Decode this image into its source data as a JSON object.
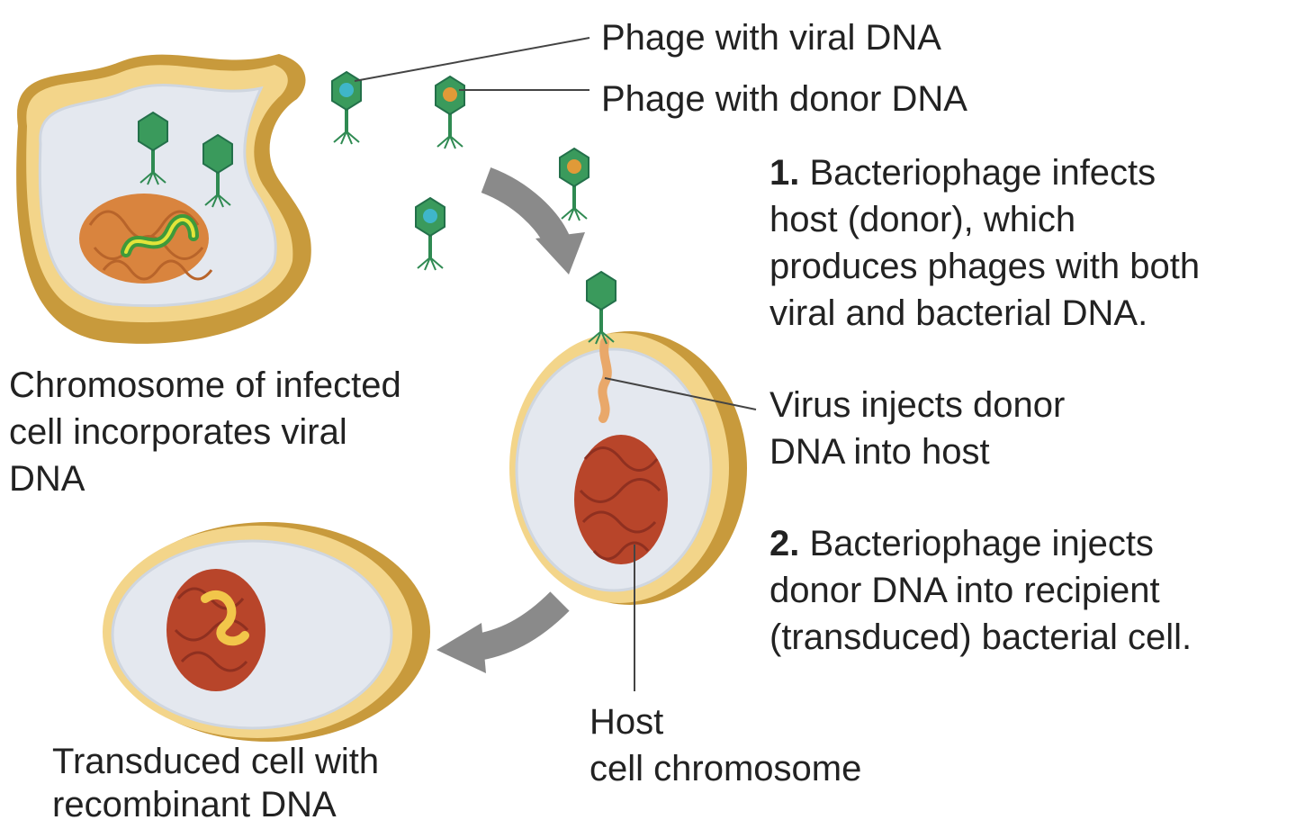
{
  "labels": {
    "phage_viral": "Phage with viral DNA",
    "phage_donor": "Phage with donor DNA",
    "chromosome_infected": [
      "Chromosome of infected",
      "cell incorporates viral",
      "DNA"
    ],
    "virus_injects": [
      "Virus injects donor",
      "DNA into host"
    ],
    "host_chromosome": [
      "Host",
      "cell chromosome"
    ],
    "transduced_cell": [
      "Transduced cell with",
      "recombinant DNA"
    ]
  },
  "steps": [
    {
      "number": "1.",
      "lines": [
        " Bacteriophage infects",
        "host (donor), which",
        "produces phages with both",
        "viral and bacterial DNA."
      ]
    },
    {
      "number": "2.",
      "lines": [
        " Bacteriophage injects",
        "donor DNA into recipient",
        "(transduced) bacterial cell."
      ]
    }
  ],
  "colors": {
    "cell_wall": "#f3d58a",
    "cell_wall_dark": "#c89a3c",
    "cytoplasm": "#e4e8ef",
    "donor_chromosome": "#d9843e",
    "host_chromosome": "#b8452a",
    "viral_dna": "#3e9a3a",
    "viral_dna_highlight": "#e3e43a",
    "recombinant_segment": "#f2c64a",
    "phage_green": "#3a9a5c",
    "phage_head_viral": "#3fb6c9",
    "phage_head_donor": "#e09a38",
    "arrow": "#8a8a8a",
    "leader_line": "#444444"
  },
  "icons": [
    "phage-icon",
    "curved-arrow-icon"
  ]
}
